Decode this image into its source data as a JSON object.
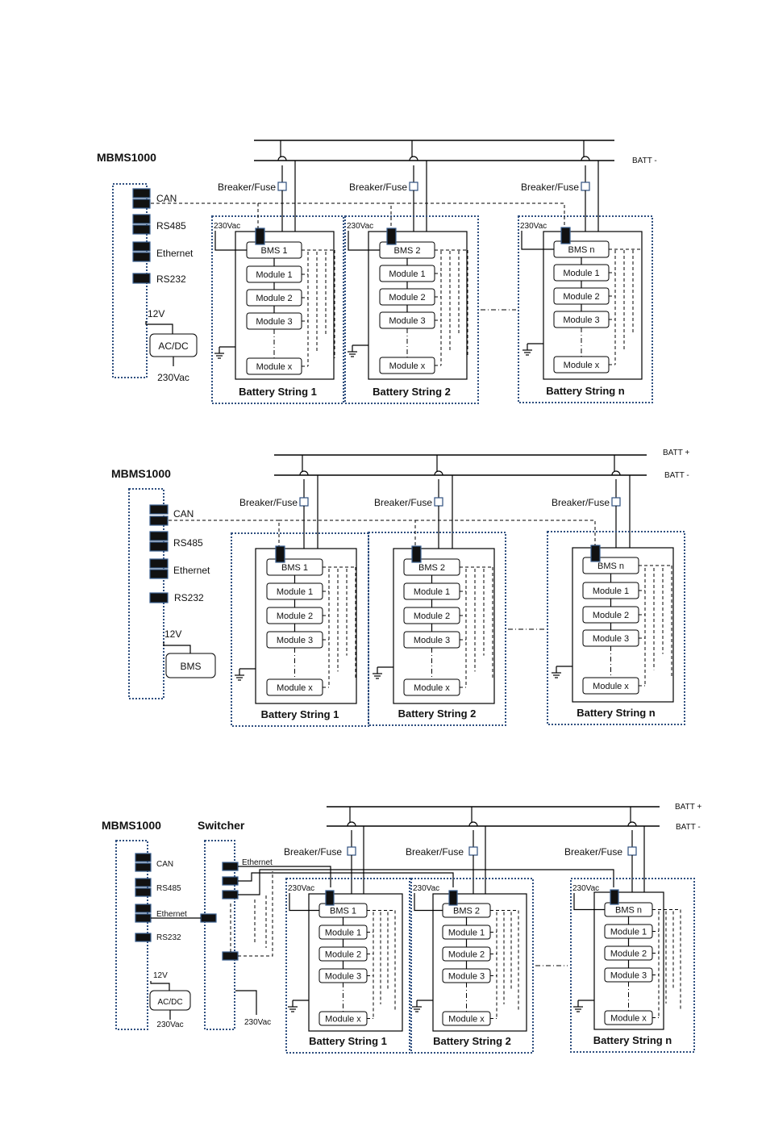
{
  "diagrams": [
    {
      "controller": "MBMS1000",
      "batt_labels": [
        "BATT -"
      ],
      "ports": [
        "CAN",
        "RS485",
        "Ethernet",
        "RS232"
      ],
      "voltage_12": "12V",
      "supply_box": "AC/DC",
      "supply_in": "230Vac",
      "fuse_label": "Breaker/Fuse",
      "aux_voltage": "230Vac",
      "strings": [
        {
          "bms": "BMS 1",
          "title": "Battery String 1"
        },
        {
          "bms": "BMS 2",
          "title": "Battery String 2"
        },
        {
          "bms": "BMS n",
          "title": "Battery String n"
        }
      ],
      "modules": [
        "Module 1",
        "Module 2",
        "Module 3",
        "Module x"
      ]
    },
    {
      "controller": "MBMS1000",
      "batt_labels": [
        "BATT +",
        "BATT -"
      ],
      "ports": [
        "CAN",
        "RS485",
        "Ethernet",
        "RS232"
      ],
      "voltage_12": "12V",
      "supply_box": "BMS",
      "fuse_label": "Breaker/Fuse",
      "strings": [
        {
          "bms": "BMS 1",
          "title": "Battery String 1"
        },
        {
          "bms": "BMS 2",
          "title": "Battery String 2"
        },
        {
          "bms": "BMS n",
          "title": "Battery String n"
        }
      ],
      "modules": [
        "Module 1",
        "Module 2",
        "Module 3",
        "Module x"
      ]
    },
    {
      "controller": "MBMS1000",
      "switcher": "Switcher",
      "batt_labels": [
        "BATT +",
        "BATT -"
      ],
      "ports": [
        "CAN",
        "RS485",
        "Ethernet",
        "RS232"
      ],
      "switch_port": "Ethernet",
      "voltage_12": "12V",
      "supply_box": "AC/DC",
      "supply_in": "230Vac",
      "switch_supply": "230Vac",
      "fuse_label": "Breaker/Fuse",
      "aux_voltage": "230Vac",
      "strings": [
        {
          "bms": "BMS 1",
          "title": "Battery String 1"
        },
        {
          "bms": "BMS 2",
          "title": "Battery String 2"
        },
        {
          "bms": "BMS n",
          "title": "Battery String n"
        }
      ],
      "modules": [
        "Module 1",
        "Module 2",
        "Module 3",
        "Module x"
      ]
    }
  ]
}
